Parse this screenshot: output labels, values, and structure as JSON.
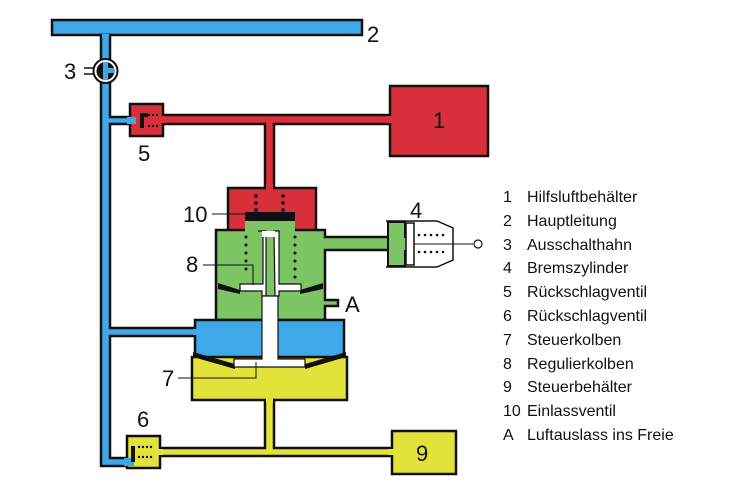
{
  "diagram": {
    "title": "Druckluftbremse Steuerventil Schema",
    "colors": {
      "main_line": "#3fa8e8",
      "auxiliary": "#d8303a",
      "brake_cylinder": "#7cc464",
      "control": "#e3e23a",
      "outline": "#111111"
    },
    "callouts": {
      "c1": "1",
      "c2": "2",
      "c3": "3",
      "c4": "4",
      "c5": "5",
      "c6": "6",
      "c7": "7",
      "c8": "8",
      "c9": "9",
      "c10": "10",
      "cA": "A"
    },
    "legend": [
      {
        "key": "1",
        "label": "Hilfsluftbehälter"
      },
      {
        "key": "2",
        "label": "Hauptleitung"
      },
      {
        "key": "3",
        "label": "Ausschalthahn"
      },
      {
        "key": "4",
        "label": "Bremszylinder"
      },
      {
        "key": "5",
        "label": "Rückschlagventil"
      },
      {
        "key": "6",
        "label": "Rückschlagventil"
      },
      {
        "key": "7",
        "label": "Steuerkolben"
      },
      {
        "key": "8",
        "label": "Regulierkolben"
      },
      {
        "key": "9",
        "label": "Steuerbehälter"
      },
      {
        "key": "10",
        "label": "Einlassventil"
      },
      {
        "key": "A",
        "label": "Luftauslass ins Freie"
      }
    ]
  }
}
